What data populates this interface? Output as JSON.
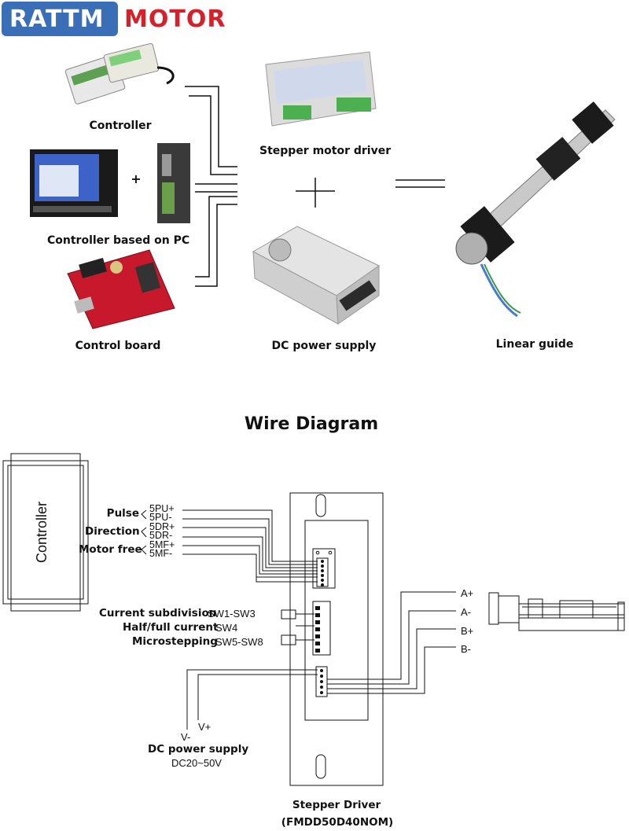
{
  "brand": {
    "name_primary": "RATTM",
    "name_secondary": "MOTOR",
    "primary_color": "#3a6fb8",
    "secondary_color": "#d6202a"
  },
  "system": {
    "controller_label": "Controller",
    "plus_sign": "+",
    "pc_controller_label": "Controller based on PC",
    "control_board_label": "Control board",
    "driver_label": "Stepper motor driver",
    "power_supply_label": "DC power supply",
    "linear_guide_label": "Linear guide"
  },
  "wire_diagram": {
    "title": "Wire Diagram",
    "controller_box_label": "Controller",
    "signal_groups": [
      {
        "name": "Pulse",
        "pins": [
          "5PU+",
          "5PU-"
        ]
      },
      {
        "name": "Direction",
        "pins": [
          "5DR+",
          "5DR-"
        ]
      },
      {
        "name": "Motor free",
        "pins": [
          "5MF+",
          "5MF-"
        ]
      }
    ],
    "switches": [
      {
        "name": "Current subdivision",
        "code": "SW1-SW3"
      },
      {
        "name": "Half/full current",
        "code": "SW4"
      },
      {
        "name": "Microstepping",
        "code": "SW5-SW8"
      }
    ],
    "motor_pins": [
      "A+",
      "A-",
      "B+",
      "B-"
    ],
    "power": {
      "neg": "V-",
      "pos": "V+",
      "label": "DC power supply",
      "range": "DC20~50V"
    },
    "driver": {
      "label": "Stepper Driver",
      "model": "(FMDD50D40NOM)"
    }
  }
}
